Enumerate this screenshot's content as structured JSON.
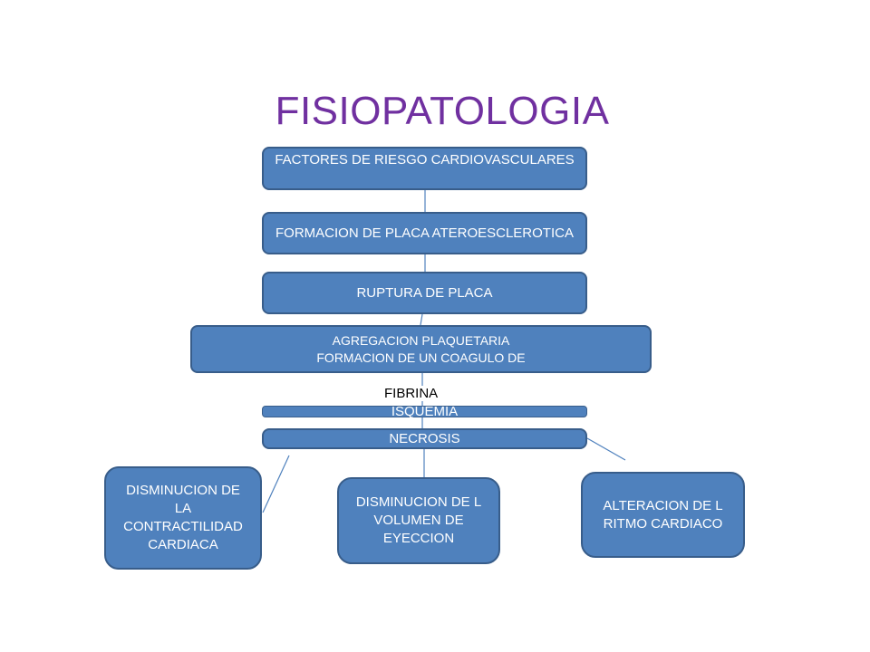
{
  "diagram": {
    "title": "FISIOPATOLOGIA",
    "nodes": {
      "risk_factors": "FACTORES DE RIESGO CARDIOVASCULARES",
      "plaque_formation": "FORMACION DE PLACA ATEROESCLEROTICA",
      "plaque_rupture": "RUPTURA DE PLACA",
      "aggregation_line1": "AGREGACION PLAQUETARIA",
      "aggregation_line2": "FORMACION DE UN COAGULO DE",
      "fibrina": "FIBRINA",
      "ischemia": "ISQUEMIA",
      "necrosis": "NECROSIS",
      "contractility": "DISMINUCION DE\nLA\nCONTRACTILIDAD\nCARDIACA",
      "ejection_volume": "DISMINUCION DE L\nVOLUMEN DE\nEYECCION",
      "rhythm": "ALTERACION DE L\nRITMO CARDIACO"
    },
    "colors": {
      "title": "#7030a0",
      "node_fill": "#4f81bd",
      "node_border": "#385d8a",
      "connector": "#4f81bd",
      "node_text": "#ffffff"
    }
  }
}
